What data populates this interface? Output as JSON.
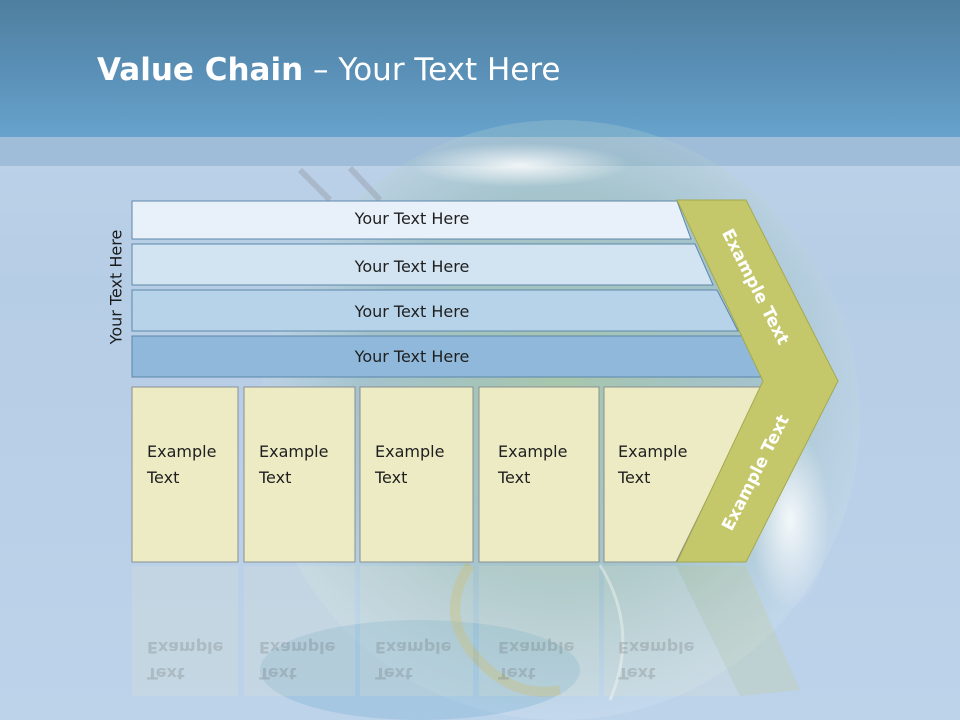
{
  "slide": {
    "title_bold": "Value Chain",
    "title_rest": " – Your Text Here",
    "side_label": "Your Text Here"
  },
  "bars": [
    {
      "label": "Your Text Here",
      "fill": "#e8f1fa"
    },
    {
      "label": "Your Text Here",
      "fill": "#d2e3f1"
    },
    {
      "label": "Your Text Here",
      "fill": "#b6d3ea"
    },
    {
      "label": "Your Text Here",
      "fill": "#8fb8da"
    }
  ],
  "columns": [
    {
      "line1": "Example",
      "line2": "Text"
    },
    {
      "line1": "Example",
      "line2": "Text"
    },
    {
      "line1": "Example",
      "line2": "Text"
    },
    {
      "line1": "Example",
      "line2": "Text"
    },
    {
      "line1": "Example",
      "line2": "Text"
    }
  ],
  "chevron": {
    "upper_label": "Example Text",
    "lower_label": "Example Text",
    "fill": "#c4c86a"
  },
  "colors": {
    "header": "#5b91b8",
    "column_fill": "#ecebc4",
    "bar_stroke": "#5d87aa"
  }
}
